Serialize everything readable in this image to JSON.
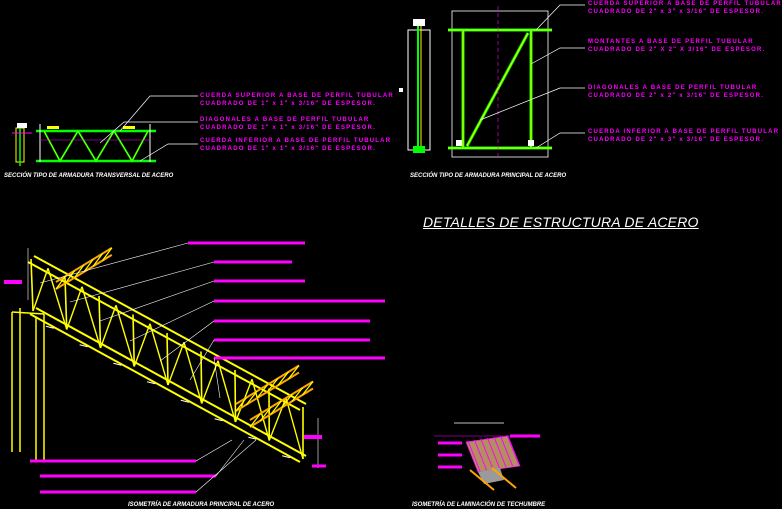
{
  "title": "DETALLES DE ESTRUCTURA DE ACERO",
  "captions": {
    "transversal": "SECCIÓN TIPO DE ARMADURA TRANSVERSAL DE ACERO",
    "principal": "SECCIÓN TIPO DE ARMADURA PRINCIPAL DE ACERO",
    "isometria_principal": "ISOMETRÍA DE ARMADURA PRINCIPAL DE ACERO",
    "isometria_laminacion": "ISOMETRÍA DE LAMINACIÓN DE TECHUMBRE"
  },
  "transversal_labels": [
    {
      "line1": "CUERDA SUPERIOR A BASE DE PERFIL TUBULAR",
      "line2": "CUADRADO DE 1\" x 1\" x 3/16\" DE ESPESOR."
    },
    {
      "line1": "DIAGONALES A BASE DE PERFIL TUBULAR",
      "line2": "CUADRADO DE 1\" x 1\" x 3/16\" DE ESPESOR."
    },
    {
      "line1": "CUERDA INFERIOR A BASE DE PERFIL TUBULAR",
      "line2": "CUADRADO DE 1\" x 1\" x 3/16\" DE ESPESOR."
    }
  ],
  "principal_labels": [
    {
      "line1": "CUERDA SUPERIOR A BASE DE PERFIL TUBULAR",
      "line2": "CUADRADO DE 2\" x 3\" x 3/16\" DE ESPESOR."
    },
    {
      "line1": "MONTANTES A BASE DE PERFIL TUBULAR",
      "line2": "CUADRADO DE 2\" X 2\" X 3/16\" DE ESPESOR."
    },
    {
      "line1": "DIAGONALES A BASE DE PERFIL TUBULAR",
      "line2": "CUADRADO DE 2\" x 2\" x 3/16\" DE ESPESOR."
    },
    {
      "line1": "CUERDA INFERIOR A BASE DE PERFIL TUBULAR",
      "line2": "CUADRADO DE 2\" x 3\" x 3/16\" DE ESPESOR."
    }
  ],
  "colors": {
    "background": "#000000",
    "magenta": "#ff00ff",
    "green": "#00ff00",
    "yellow": "#ffff00",
    "orange": "#ffa500",
    "white": "#ffffff",
    "gray": "#9a9a9a"
  }
}
